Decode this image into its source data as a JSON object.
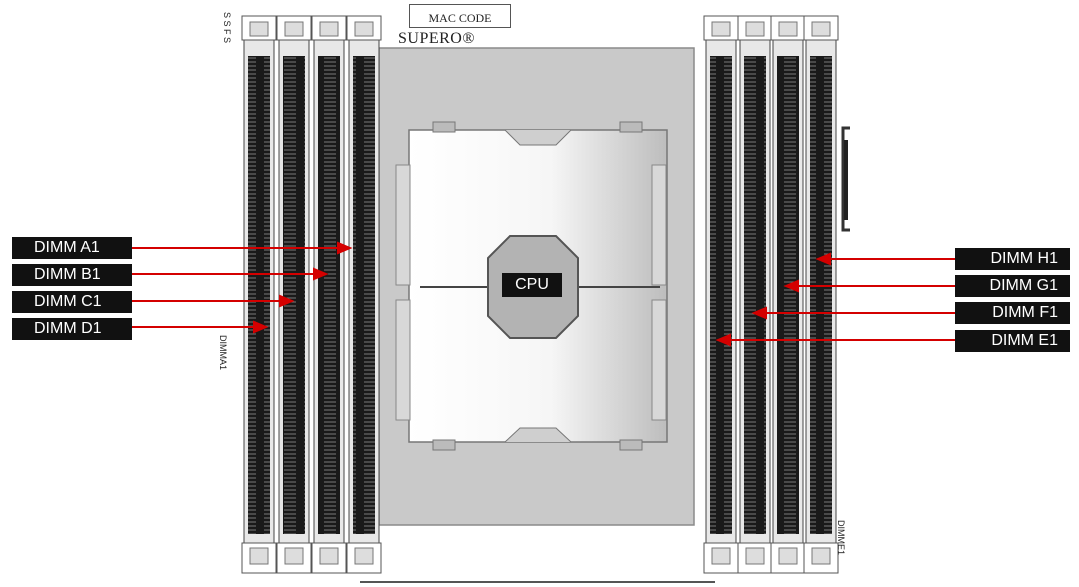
{
  "header": {
    "mac_code": "MAC CODE",
    "brand": "SUPERO®",
    "top_left_silkscreen": "S S F S"
  },
  "silkscreen": {
    "dimm_a1": "DIMMA1",
    "dimm_e1": "DIMME1"
  },
  "cpu": {
    "label": "CPU"
  },
  "left_labels": [
    {
      "text": "DIMM A1"
    },
    {
      "text": "DIMM B1"
    },
    {
      "text": "DIMM C1"
    },
    {
      "text": "DIMM D1"
    }
  ],
  "right_labels": [
    {
      "text": "DIMM H1"
    },
    {
      "text": "DIMM G1"
    },
    {
      "text": "DIMM F1"
    },
    {
      "text": "DIMM E1"
    }
  ],
  "colors": {
    "arrow": "#d40000",
    "label_bg": "#111111",
    "label_text": "#ffffff",
    "socket_frame": "#c9c9c9",
    "dimm_body": "#1a1a1a"
  }
}
